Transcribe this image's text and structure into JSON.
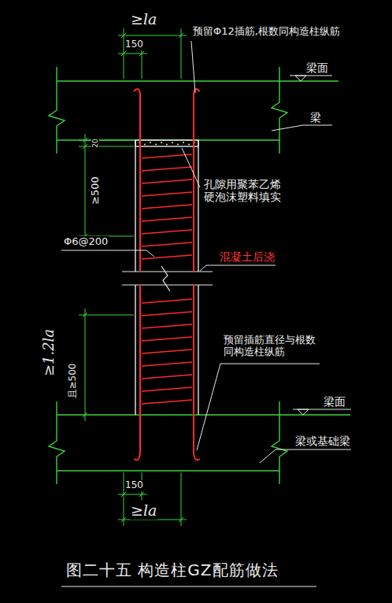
{
  "diagram": {
    "caption": "图二十五  构造柱GZ配筋做法",
    "labels": [
      "≥la",
      "150",
      "预留Φ12插筋,根数同构造柱纵筋",
      "梁面",
      "梁",
      "20",
      "≥500",
      "孔隙用聚苯乙烯硬泡沫塑料填实",
      "Φ6@200",
      "混凝土后浇",
      "≥1.2la",
      "且≥500",
      "预留插筋直径与根数同构造柱纵筋",
      "梁面",
      "梁或基础梁",
      "150",
      "≥la"
    ]
  }
}
